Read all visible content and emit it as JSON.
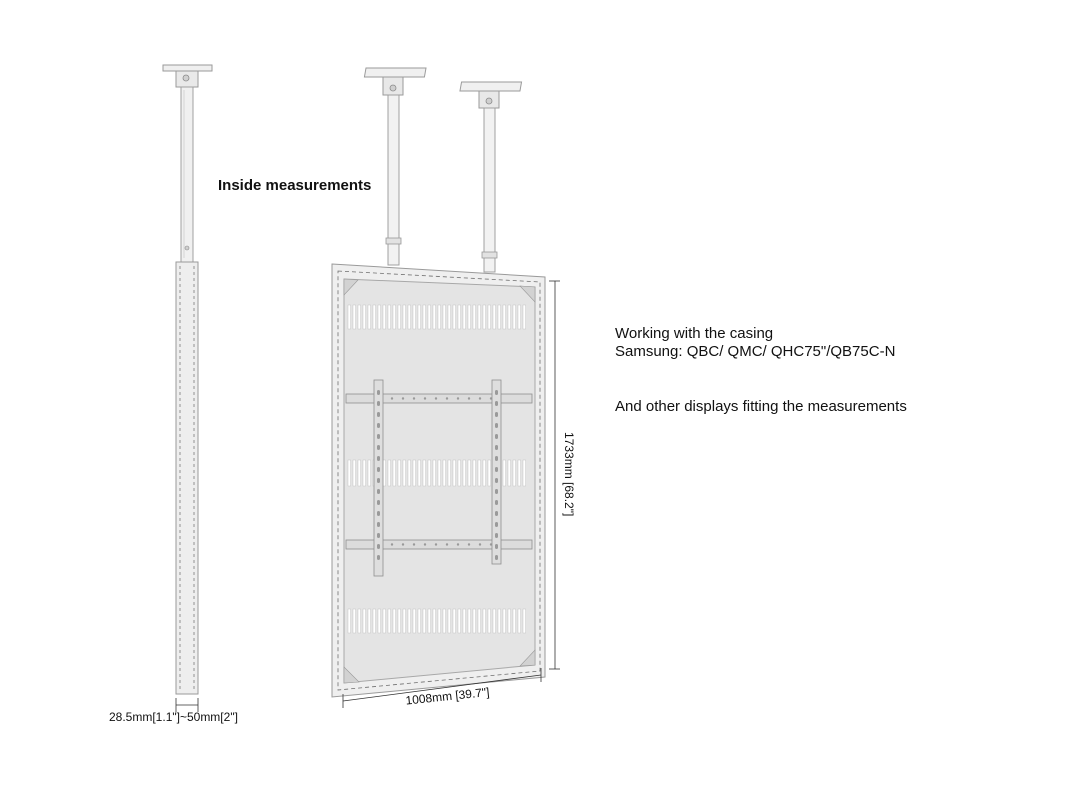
{
  "heading": "Inside measurements",
  "info": {
    "line1": "Working with the casing",
    "line2": "Samsung: QBC/ QMC/ QHC75\"/QB75C-N",
    "line3": "And other displays fitting the measurements"
  },
  "dimensions": {
    "depth": "28.5mm[1.1\"]~50mm[2\"]",
    "width": "1008mm [39.7\"]",
    "height": "1733mm [68.2\"]"
  },
  "colors": {
    "metal": "#ececec",
    "metal_dark": "#bdbdbd",
    "outline": "#8a8a8a",
    "panel": "#e6e6e6"
  }
}
